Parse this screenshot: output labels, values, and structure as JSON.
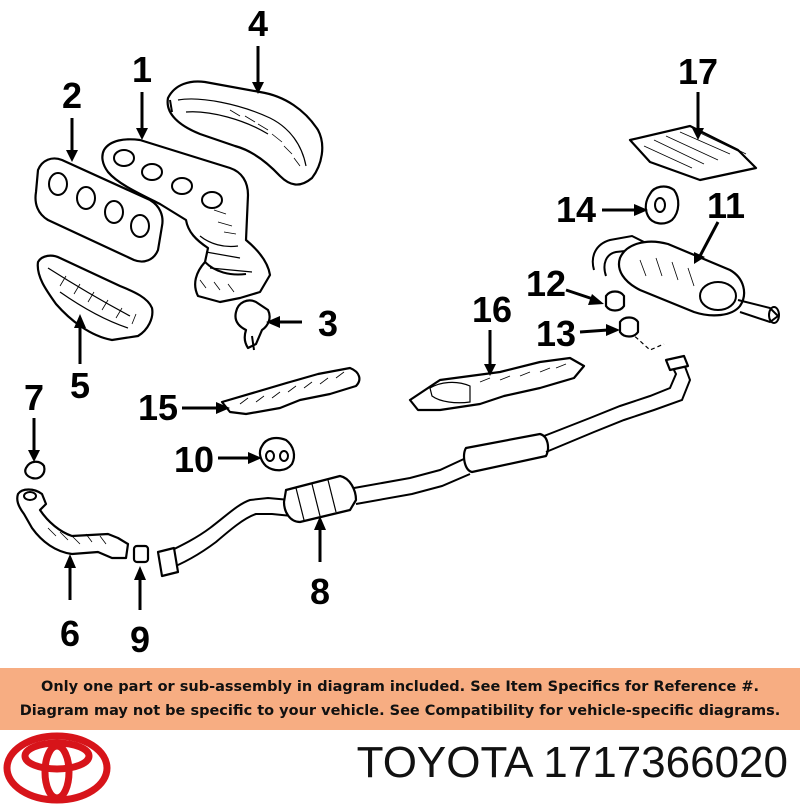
{
  "callouts": {
    "n1": "1",
    "n2": "2",
    "n3": "3",
    "n4": "4",
    "n5": "5",
    "n6": "6",
    "n7": "7",
    "n8": "8",
    "n9": "9",
    "n10": "10",
    "n11": "11",
    "n12": "12",
    "n13": "13",
    "n14": "14",
    "n15": "15",
    "n16": "16",
    "n17": "17"
  },
  "notice": {
    "line1": "Only one part or sub-assembly in diagram included. See Item Specifics for Reference #.",
    "line2": "Diagram may not be specific to your vehicle. See Compatibility for vehicle-specific diagrams.",
    "background_color": "#f7ad82"
  },
  "footer": {
    "brand": "TOYOTA",
    "part_number": "1717366020",
    "logo_color": "#d7141a"
  }
}
